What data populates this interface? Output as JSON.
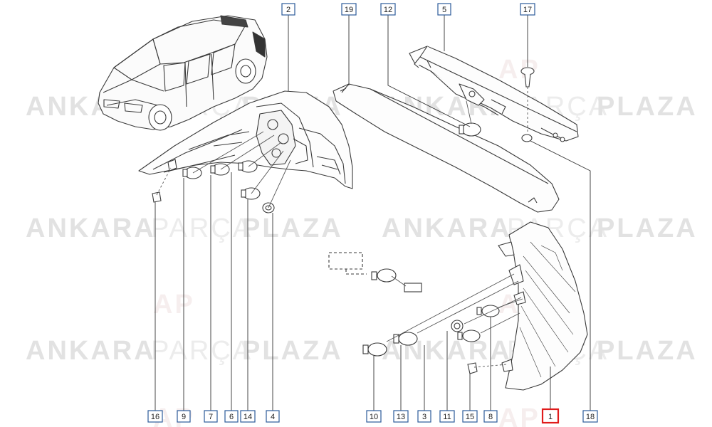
{
  "watermark": {
    "word1": "ANKARA",
    "word2": "PARÇA",
    "word3": "PLAZA",
    "logo_text": "AP",
    "color_strong": "#e4e4e4",
    "color_light": "#efefef",
    "logo_color": "#f0e0e0"
  },
  "callouts": [
    {
      "label": "2"
    },
    {
      "label": "19"
    },
    {
      "label": "12"
    },
    {
      "label": "5"
    },
    {
      "label": "17"
    },
    {
      "label": "16"
    },
    {
      "label": "9"
    },
    {
      "label": "7"
    },
    {
      "label": "6"
    },
    {
      "label": "14"
    },
    {
      "label": "4"
    },
    {
      "label": "10"
    },
    {
      "label": "13"
    },
    {
      "label": "3"
    },
    {
      "label": "11"
    },
    {
      "label": "15"
    },
    {
      "label": "8"
    },
    {
      "label": "1",
      "highlighted": true
    },
    {
      "label": "18"
    }
  ],
  "colors": {
    "line": "#3a3a3a",
    "callout_border": "#2b5a9a",
    "highlight_border": "#e01b1b"
  }
}
